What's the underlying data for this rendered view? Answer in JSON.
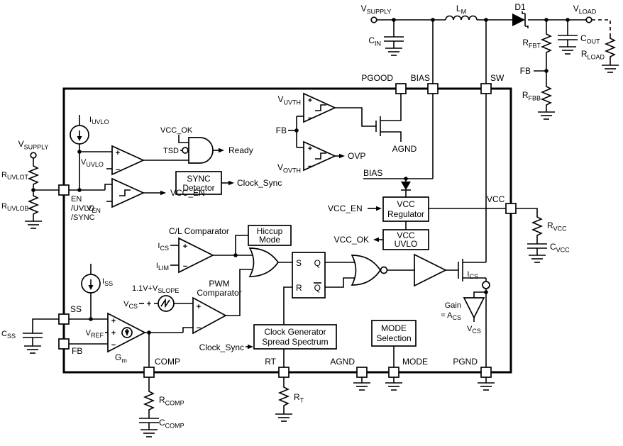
{
  "colors": {
    "line": "#000000",
    "background": "#ffffff"
  },
  "external": {
    "vsupply": {
      "base": "V",
      "sub": "SUPPLY"
    },
    "cin": {
      "base": "C",
      "sub": "IN"
    },
    "lm": {
      "base": "L",
      "sub": "M"
    },
    "d1": {
      "text": "D1"
    },
    "vload": {
      "base": "V",
      "sub": "LOAD"
    },
    "cout": {
      "base": "C",
      "sub": "OUT"
    },
    "rfbt": {
      "base": "R",
      "sub": "FBT"
    },
    "fb_node": {
      "text": "FB"
    },
    "rfbb": {
      "base": "R",
      "sub": "FBB"
    },
    "rload": {
      "base": "R",
      "sub": "LOAD"
    },
    "ruvlot": {
      "base": "R",
      "sub": "UVLOT"
    },
    "ruvlob": {
      "base": "R",
      "sub": "UVLOB"
    },
    "css": {
      "base": "C",
      "sub": "SS"
    },
    "rcomp": {
      "base": "R",
      "sub": "COMP"
    },
    "ccomp": {
      "base": "C",
      "sub": "COMP"
    },
    "rt": {
      "base": "R",
      "sub": "T"
    },
    "rvcc": {
      "base": "R",
      "sub": "VCC"
    },
    "cvcc": {
      "base": "C",
      "sub": "VCC"
    }
  },
  "pins": {
    "pgood": {
      "text": "PGOOD"
    },
    "bias": {
      "text": "BIAS"
    },
    "sw": {
      "text": "SW"
    },
    "vcc": {
      "text": "VCC"
    },
    "en": {
      "text": "EN"
    },
    "uvlo": {
      "text": "/UVLO"
    },
    "sync": {
      "text": "/SYNC"
    },
    "ss": {
      "text": "SS"
    },
    "fb": {
      "text": "FB"
    },
    "comp": {
      "text": "COMP"
    },
    "rt": {
      "text": "RT"
    },
    "agnd": {
      "text": "AGND"
    },
    "mode": {
      "text": "MODE"
    },
    "pgnd": {
      "text": "PGND"
    }
  },
  "blocks": {
    "sync_detector": {
      "line1": "SYNC",
      "line2": "Detector"
    },
    "vcc_regulator": {
      "line1": "VCC",
      "line2": "Regulator"
    },
    "vcc_uvlo": {
      "line1": "VCC",
      "line2": "UVLO"
    },
    "hiccup": {
      "line1": "Hiccup",
      "line2": "Mode"
    },
    "clock_gen": {
      "line1": "Clock Generator",
      "line2": "Spread Spectrum"
    },
    "mode_sel": {
      "line1": "MODE",
      "line2": "Selection"
    },
    "cl_comp": {
      "text": "C/L Comparator"
    },
    "pwm_comp": {
      "line1": "PWM",
      "line2": "Comparator"
    }
  },
  "signals": {
    "iuvlo": {
      "base": "I",
      "sub": "UVLO"
    },
    "vuvlo": {
      "base": "V",
      "sub": "UVLO"
    },
    "ven": {
      "base": "V",
      "sub": "EN"
    },
    "vcc_ok": {
      "text": "VCC_OK"
    },
    "tsd": {
      "text": "TSD"
    },
    "ready": {
      "text": "Ready"
    },
    "clock_sync": {
      "text": "Clock_Sync"
    },
    "vcc_en": {
      "text": "VCC_EN"
    },
    "vuvth": {
      "base": "V",
      "sub": "UVTH"
    },
    "vovth": {
      "base": "V",
      "sub": "OVTH"
    },
    "fb": {
      "text": "FB"
    },
    "ovp": {
      "text": "OVP"
    },
    "agnd": {
      "text": "AGND"
    },
    "bias": {
      "text": "BIAS"
    },
    "vcc": {
      "text": "VCC"
    },
    "ics": {
      "base": "I",
      "sub": "CS"
    },
    "ilim": {
      "base": "I",
      "sub": "LIM"
    },
    "slope": {
      "base": "1.1V+V",
      "sub": "SLOPE"
    },
    "vcs": {
      "base": "V",
      "sub": "CS"
    },
    "iss": {
      "base": "I",
      "sub": "SS"
    },
    "vref": {
      "base": "V",
      "sub": "REF"
    },
    "gm": {
      "base": "G",
      "sub": "m"
    },
    "ff_s": {
      "text": "S"
    },
    "ff_r": {
      "text": "R"
    },
    "ff_q": {
      "text": "Q"
    },
    "ff_qbar": {
      "text": "Q"
    },
    "gain": {
      "text": "Gain"
    },
    "acs": {
      "base": "= A",
      "sub": "CS"
    },
    "plus": {
      "text": "+"
    },
    "minus": {
      "text": "−"
    }
  }
}
